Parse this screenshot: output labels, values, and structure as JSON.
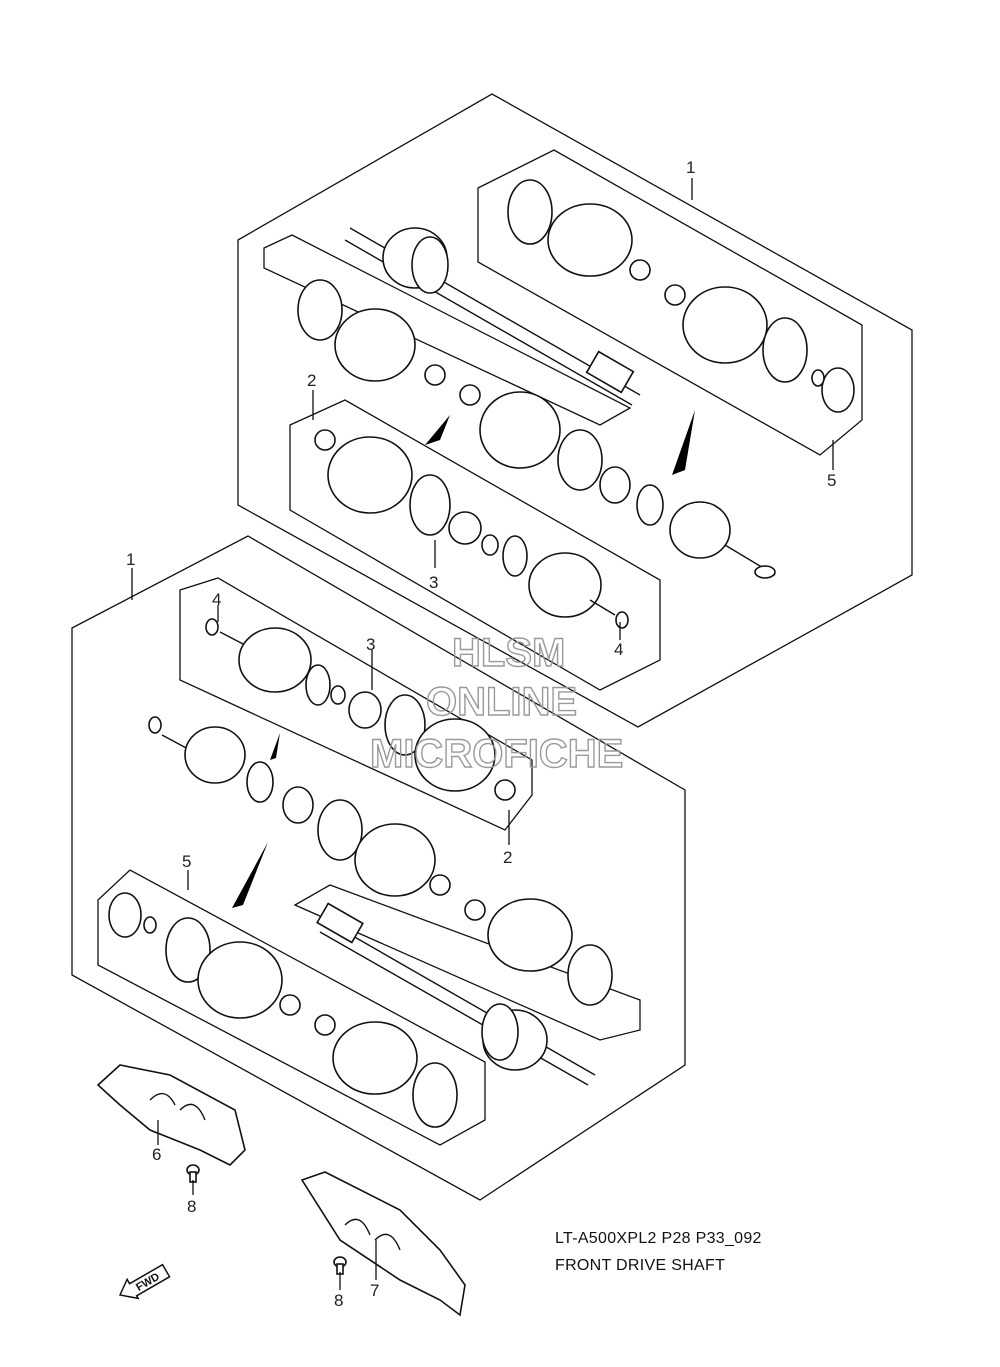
{
  "callouts": {
    "c1_upper": "1",
    "c1_lower": "1",
    "c2_upper": "2",
    "c2_lower": "2",
    "c3_upper": "3",
    "c3_lower": "3",
    "c4_upper": "4",
    "c4_lower": "4",
    "c5_upper": "5",
    "c5_lower": "5",
    "c6": "6",
    "c7": "7",
    "c8_left": "8",
    "c8_right": "8"
  },
  "watermark": {
    "line1": "HLSM",
    "line2": "ONLINE",
    "line3": "MICROFICHE"
  },
  "caption": {
    "model": "LT-A500XPL2 P28 P33_092",
    "title": "FRONT DRIVE SHAFT"
  },
  "forward_arrow_label": "FWD"
}
